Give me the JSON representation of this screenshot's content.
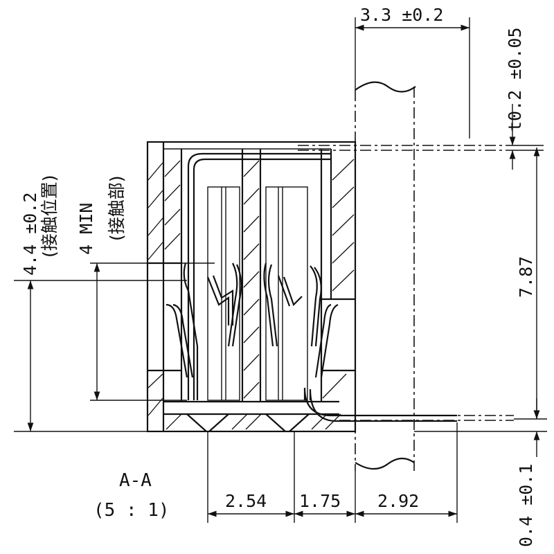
{
  "section": {
    "caption": "A-A",
    "scale": "(5 : 1)"
  },
  "dimensions": {
    "lead_width": "3.3 ±0.2",
    "lead_thickness": "t0.2 ±0.05",
    "contact_position": "4.4 ±0.2",
    "contact_position_note": "(接触位置)",
    "contact_length": "4 MIN",
    "contact_length_note": "(接触部)",
    "overall_height": "7.87",
    "standoff": "0.4 ±0.1",
    "pitch": "2.54",
    "row_offset": "1.75",
    "lead_length": "2.92"
  }
}
